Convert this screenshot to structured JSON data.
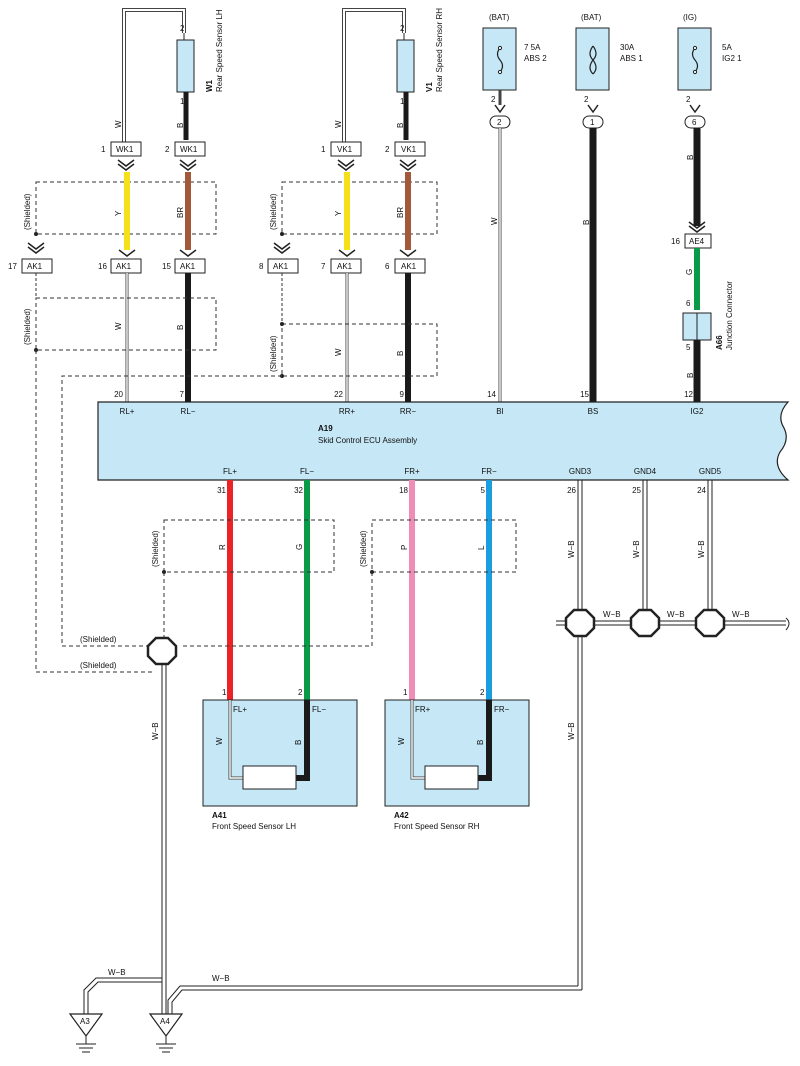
{
  "ecu": {
    "id": "A19",
    "name": "Skid Control ECU Assembly",
    "pins_top": [
      {
        "pin": "20",
        "label": "RL+"
      },
      {
        "pin": "7",
        "label": "RL−"
      },
      {
        "pin": "22",
        "label": "RR+"
      },
      {
        "pin": "9",
        "label": "RR−"
      },
      {
        "pin": "14",
        "label": "BI"
      },
      {
        "pin": "15",
        "label": "BS"
      },
      {
        "pin": "12",
        "label": "IG2"
      }
    ],
    "pins_bottom": [
      {
        "pin": "31",
        "label": "FL+"
      },
      {
        "pin": "32",
        "label": "FL−"
      },
      {
        "pin": "18",
        "label": "FR+"
      },
      {
        "pin": "5",
        "label": "FR−"
      },
      {
        "pin": "26",
        "label": "GND3"
      },
      {
        "pin": "25",
        "label": "GND4"
      },
      {
        "pin": "24",
        "label": "GND5"
      }
    ]
  },
  "rear_sensor_lh": {
    "id": "W1",
    "name": "Rear Speed Sensor LH",
    "pin_top": "2",
    "pin_bottom": "1"
  },
  "rear_sensor_rh": {
    "id": "V1",
    "name": "Rear Speed Sensor RH",
    "pin_top": "2",
    "pin_bottom": "1"
  },
  "front_sensor_lh": {
    "id": "A41",
    "name": "Front Speed Sensor LH",
    "pin1": "1",
    "pin2": "2",
    "label1": "FL+",
    "label2": "FL−"
  },
  "front_sensor_rh": {
    "id": "A42",
    "name": "Front Speed Sensor RH",
    "pin1": "1",
    "pin2": "2",
    "label1": "FR+",
    "label2": "FR−"
  },
  "fuses": [
    {
      "source": "(BAT)",
      "rating": "7 5A",
      "name": "ABS 2",
      "pin": "2",
      "conn": "2"
    },
    {
      "source": "(BAT)",
      "rating": "30A",
      "name": "ABS 1",
      "pin": "2",
      "conn": "1"
    },
    {
      "source": "(IG)",
      "rating": "5A",
      "name": "IG2 1",
      "pin": "2",
      "conn": "6"
    }
  ],
  "junction": {
    "id": "A66",
    "name": "Junction Connector",
    "pin_top": "6",
    "pin_bottom": "5"
  },
  "connectors": {
    "wk1": "WK1",
    "vk1": "VK1",
    "ak1": "AK1",
    "ae4": "AE4",
    "wk1_pins": [
      "1",
      "2"
    ],
    "vk1_pins": [
      "1",
      "2"
    ],
    "ak1_pins": [
      "17",
      "16",
      "15",
      "8",
      "7",
      "6"
    ],
    "ae4_pin": "16"
  },
  "wire_colors": {
    "W": "W",
    "B": "B",
    "Y": "Y",
    "BR": "BR",
    "G": "G",
    "R": "R",
    "P": "P",
    "L": "L",
    "WB": "W−B"
  },
  "shielded": "(Shielded)",
  "grounds": [
    "A3",
    "A4"
  ],
  "colors": {
    "yellow": "#f4e11a",
    "brown": "#a4583a",
    "black": "#1a1a1a",
    "green": "#0a9a48",
    "red": "#ec2227",
    "pink": "#f08cb8",
    "blue": "#1a9ee0",
    "box": "#c6e7f6"
  }
}
